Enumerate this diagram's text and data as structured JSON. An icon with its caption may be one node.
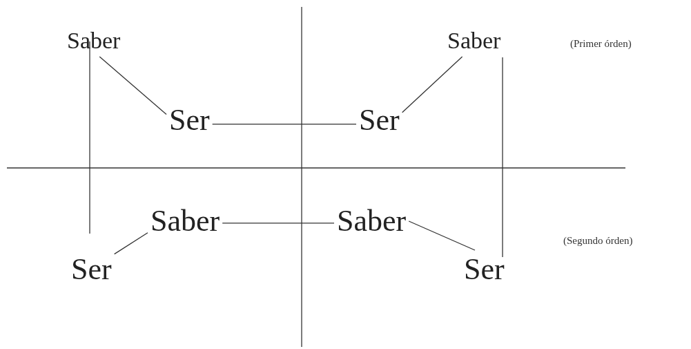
{
  "diagram": {
    "nodes": [
      {
        "text": [
          "Saber"
        ]
      },
      {
        "text": [
          "Ser"
        ]
      },
      {
        "text": [
          "Ser"
        ]
      },
      {
        "text": [
          "Saber"
        ]
      },
      {
        "text": [
          "Saber"
        ]
      },
      {
        "text": [
          "Saber"
        ]
      },
      {
        "text": [
          "Ser"
        ]
      },
      {
        "text": [
          "Ser"
        ]
      }
    ],
    "edges": [
      {
        "from": 0,
        "to": 1,
        "arrow": "none"
      },
      {
        "from": 1,
        "to": 2,
        "arrow": "none"
      },
      {
        "from": 2,
        "to": 3,
        "arrow": "none"
      },
      {
        "from": 4,
        "to": 5,
        "arrow": "none"
      },
      {
        "from": 6,
        "to": 4,
        "arrow": "none"
      },
      {
        "from": 5,
        "to": 7,
        "arrow": "none"
      }
    ],
    "labels": [
      "(Primer órden)",
      "(Segundo órden)"
    ]
  }
}
